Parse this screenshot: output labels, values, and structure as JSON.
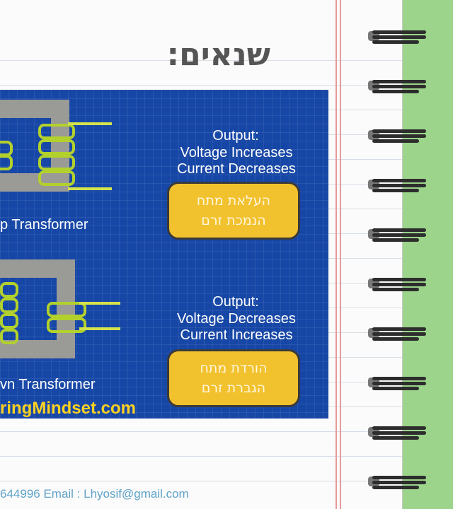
{
  "slide": {
    "title": "שנאים:",
    "footer": "644996  Email : Lhyosif@gmail.com"
  },
  "image": {
    "step_up": {
      "caption": "p Transformer",
      "output_label": "Output:",
      "line1": "Voltage Increases",
      "line2": "Current Decreases",
      "badge_line1": "העלאת מתח",
      "badge_line2": "הנמכת זרם"
    },
    "step_down": {
      "caption": "vn Transformer",
      "output_label": "Output:",
      "line1": "Voltage Decreases",
      "line2": "Current Increases",
      "badge_line1": "הורדת מתח",
      "badge_line2": "הגברת זרם"
    },
    "site": "ringMindset.com"
  },
  "colors": {
    "panel_blue": "#1747a6",
    "badge_yellow": "#f2c12e",
    "notebook_green": "#9bd48a",
    "footer_text": "#5fa2c7"
  },
  "icons": [
    "spiral-ring-icon",
    "transformer-core-icon",
    "coil-icon"
  ]
}
